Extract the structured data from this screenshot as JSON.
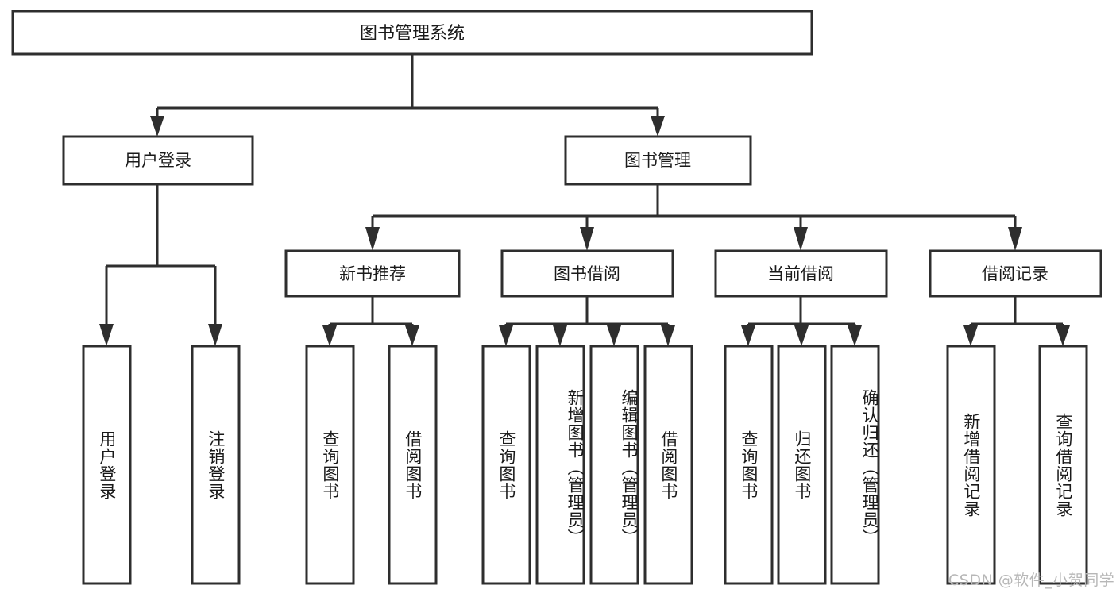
{
  "diagram": {
    "title": "图书管理系统",
    "type": "hierarchy-tree",
    "watermark": "CSDN @软件_小贺同学",
    "colors": {
      "stroke": "#2e2e2e",
      "fill": "#ffffff",
      "text": "#1a1a1a",
      "watermark": "#b7b7b7"
    },
    "root": {
      "label": "图书管理系统"
    },
    "level2": [
      {
        "label": "用户登录"
      },
      {
        "label": "图书管理"
      }
    ],
    "level3": [
      {
        "label": "新书推荐"
      },
      {
        "label": "图书借阅"
      },
      {
        "label": "当前借阅"
      },
      {
        "label": "借阅记录"
      }
    ],
    "leaves": {
      "user_login": [
        {
          "label": "用户登录"
        },
        {
          "label": "注销登录"
        }
      ],
      "new_book_recommend": [
        {
          "label": "查询图书"
        },
        {
          "label": "借阅图书"
        }
      ],
      "book_borrow": [
        {
          "label": "查询图书"
        },
        {
          "label": "新增图书（管理员）"
        },
        {
          "label": "编辑图书（管理员）"
        },
        {
          "label": "借阅图书"
        }
      ],
      "current_borrow": [
        {
          "label": "查询图书"
        },
        {
          "label": "归还图书"
        },
        {
          "label": "确认归还（管理员）"
        }
      ],
      "borrow_record": [
        {
          "label": "新增借阅记录"
        },
        {
          "label": "查询借阅记录"
        }
      ]
    }
  }
}
